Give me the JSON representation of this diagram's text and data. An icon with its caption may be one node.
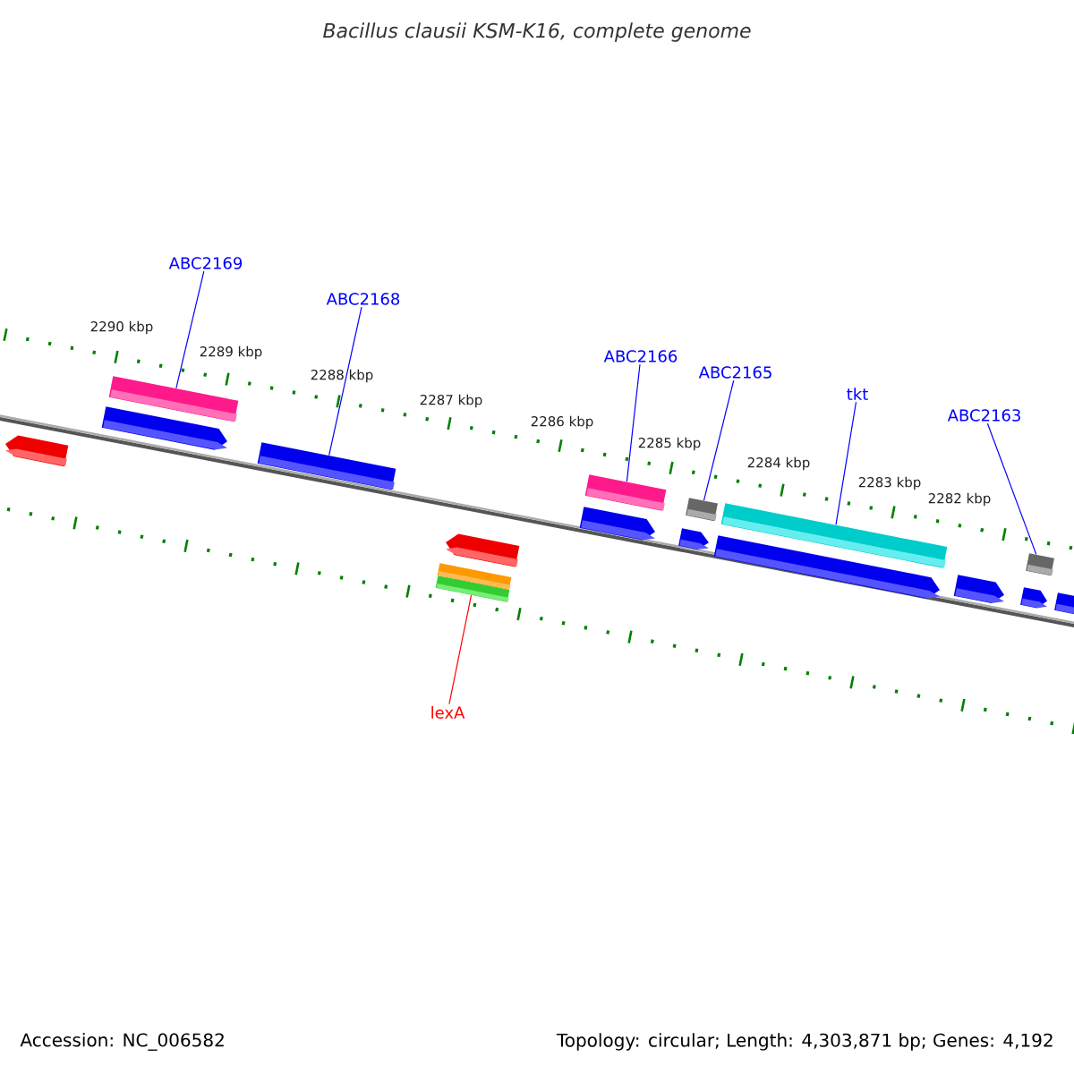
{
  "diagram": {
    "title": "Bacillus clausii KSM-K16, complete genome",
    "nodes": [
      {
        "text": [
          "ABC2169"
        ]
      },
      {
        "text": [],
        "shape": "bar"
      },
      {
        "text": [
          "ABC2168"
        ]
      },
      {
        "text": [],
        "shape": "bar"
      },
      {
        "text": [
          "ABC2166"
        ]
      },
      {
        "text": [],
        "shape": "bar"
      },
      {
        "text": [
          "ABC2165"
        ]
      },
      {
        "text": [],
        "shape": "bar"
      },
      {
        "text": [
          "tkt"
        ]
      },
      {
        "text": [],
        "shape": "bar"
      },
      {
        "text": [
          "ABC2163"
        ]
      },
      {
        "text": [],
        "shape": "bar"
      },
      {
        "text": [
          "lexA"
        ]
      },
      {
        "text": [],
        "shape": "bar"
      },
      {
        "text": [],
        "shape": "arrow"
      },
      {
        "text": [],
        "shape": "arrow"
      },
      {
        "text": [],
        "shape": "arrow"
      },
      {
        "text": [],
        "shape": "bar"
      },
      {
        "text": [],
        "shape": "arrow"
      },
      {
        "text": [],
        "shape": "arrow"
      },
      {
        "text": [],
        "shape": "arrow"
      },
      {
        "text": [],
        "shape": "arrow"
      },
      {
        "text": [],
        "shape": "arrow"
      },
      {
        "text": [],
        "shape": "arrow"
      }
    ],
    "edges": [
      {
        "from": 0,
        "to": 1,
        "arrow": "none"
      },
      {
        "from": 2,
        "to": 3,
        "arrow": "none"
      },
      {
        "from": 4,
        "to": 5,
        "arrow": "none"
      },
      {
        "from": 6,
        "to": 7,
        "arrow": "none"
      },
      {
        "from": 8,
        "to": 9,
        "arrow": "none"
      },
      {
        "from": 10,
        "to": 11,
        "arrow": "none"
      },
      {
        "from": 12,
        "to": 13,
        "arrow": "none",
        "color": "#ff0000"
      }
    ],
    "labels": [
      "2290 kbp",
      "2289 kbp",
      "2288 kbp",
      "2287 kbp",
      "2286 kbp",
      "2285 kbp",
      "2284 kbp",
      "2283 kbp",
      "2282 kbp",
      "Accession: NC_006582",
      "Topology: circular; Length: 4,303,871 bp; Genes: 4,192"
    ]
  }
}
